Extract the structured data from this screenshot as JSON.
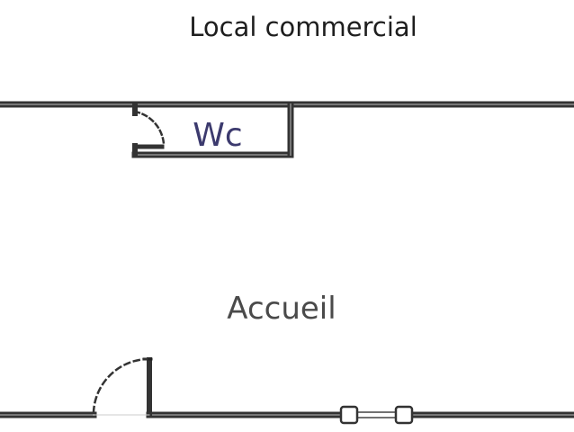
{
  "plan": {
    "title": "Local commercial",
    "rooms": [
      {
        "name": "Wc"
      },
      {
        "name": "Accueil"
      }
    ]
  },
  "colors": {
    "wall": "#333333",
    "wc_label": "#3c3a6e",
    "room_label": "#4a4a4a"
  }
}
